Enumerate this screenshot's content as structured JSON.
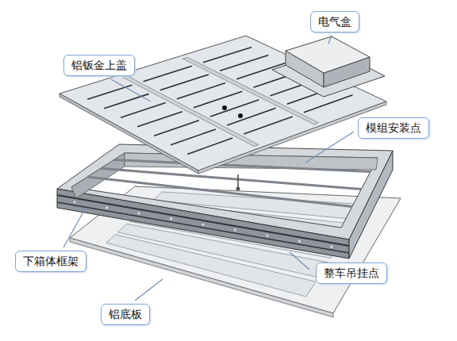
{
  "diagram": {
    "nodes": [
      {
        "text": [
          "电气盒"
        ]
      },
      {
        "text": [
          "铝钣金上盖"
        ]
      },
      {
        "text": [
          "模组安装点"
        ]
      },
      {
        "text": [
          "下箱体框架"
        ]
      },
      {
        "text": [
          "整车吊挂点"
        ]
      },
      {
        "text": [
          "铝底板"
        ]
      }
    ]
  }
}
